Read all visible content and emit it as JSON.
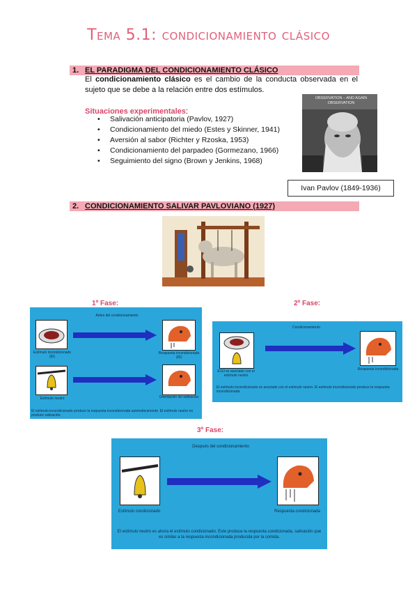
{
  "title": "Tema 5.1: condicionamiento clásico",
  "section1": {
    "number": "1.",
    "heading": "EL PARADIGMA DEL CONDICIONAMIENTO CLÁSICO",
    "intro_pre": "El",
    "intro_bold": "condicionamiento clásico",
    "intro_post": "es el cambio de la conducta observada en el sujeto que se debe a la relación entre dos estímulos.",
    "situations_label": "Situaciones experimentales",
    "situations_colon": ":",
    "situations": [
      "Salivación anticipatoria (Pavlov, 1927)",
      "Condicionamiento del miedo (Estes y Skinner, 1941)",
      "Aversión al sabor (Richter y Rzoska, 1953)",
      "Condicionamiento del parpadeo (Gormezano, 1966)",
      "Seguimiento del signo (Brown y Jenkins, 1968)"
    ],
    "portrait_caption": "Ivan Pavlov (1849-1936)",
    "portrait_inscription": "OBSERVATION – AND AGAIN OBSERVATION"
  },
  "section2": {
    "number": "2.",
    "heading": "CONDICIONAMIENTO SALIVAR PAVLOVIANO (1927)"
  },
  "phases": {
    "phase1": {
      "label": "1º Fase:",
      "header": "Antes del condicionamiento",
      "stim1": "Estímulo incondicionado (EI)",
      "resp1": "Respuesta incondicionada (RI)",
      "stim2": "Estímulo neutro",
      "resp2": "Orientación sin salivación",
      "footer": "El estímulo incondicionado produce la respuesta incondicionada automáticamente. El estímulo neutro no produce salivación."
    },
    "phase2": {
      "label": "2º Fase:",
      "header": "Condicionamiento",
      "stim": "El EI es asociado con el estímulo neutro",
      "resp": "Respuesta incondicionada",
      "footer": "El estímulo incondicionado es asociado con el estímulo neutro. El estímulo incondicionado produce la respuesta incondicionada"
    },
    "phase3": {
      "label": "3º Fase:",
      "header": "Después del condicionamiento",
      "stim": "Estímulo condicionado",
      "resp": "Respuesta condicionada",
      "footer": "El estímulo neutro es ahora el estímulo condicionado. Este produce la respuesta condicionada, salivación que es similar a la respuesta incondicionada producida por la comida."
    }
  },
  "colors": {
    "title": "#e0607a",
    "heading_bg": "#f4a9b4",
    "panel_bg": "#2aa6db",
    "arrow": "#1f2fbf",
    "dog": "#e2602a"
  }
}
